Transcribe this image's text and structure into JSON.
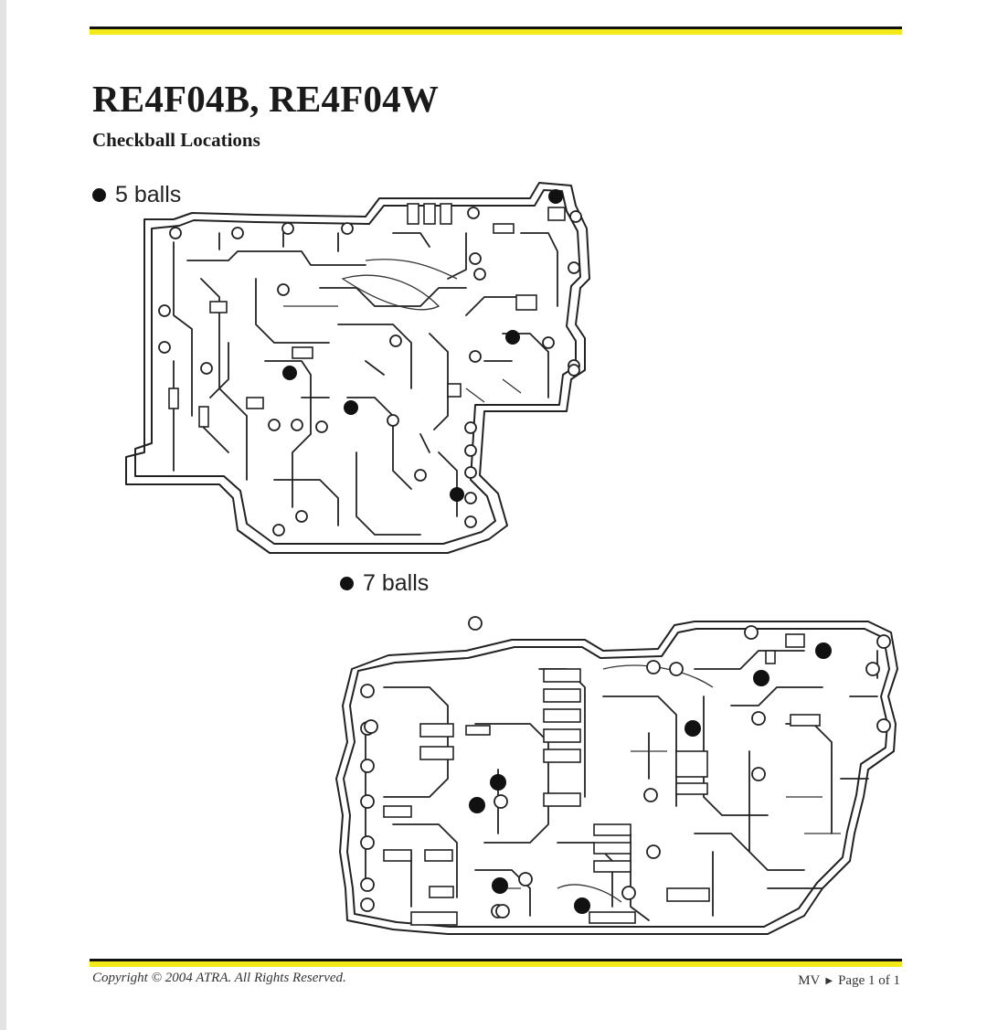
{
  "document": {
    "title": "RE4F04B, RE4F04W",
    "subtitle": "Checkball Locations"
  },
  "diagrams": [
    {
      "legend": "5 balls",
      "ball_count": 5
    },
    {
      "legend": "7 balls",
      "ball_count": 7
    }
  ],
  "footer": {
    "copyright": "Copyright © 2004 ATRA.  All Rights Reserved.",
    "section": "MV",
    "page": "Page 1 of 1"
  },
  "colors": {
    "accent_rule": "#f3ea1c",
    "rule_line": "#111111",
    "ink": "#1a1a1a"
  },
  "icons": {
    "legend_marker": "filled-circle",
    "pager_arrow": "triangle-right"
  }
}
